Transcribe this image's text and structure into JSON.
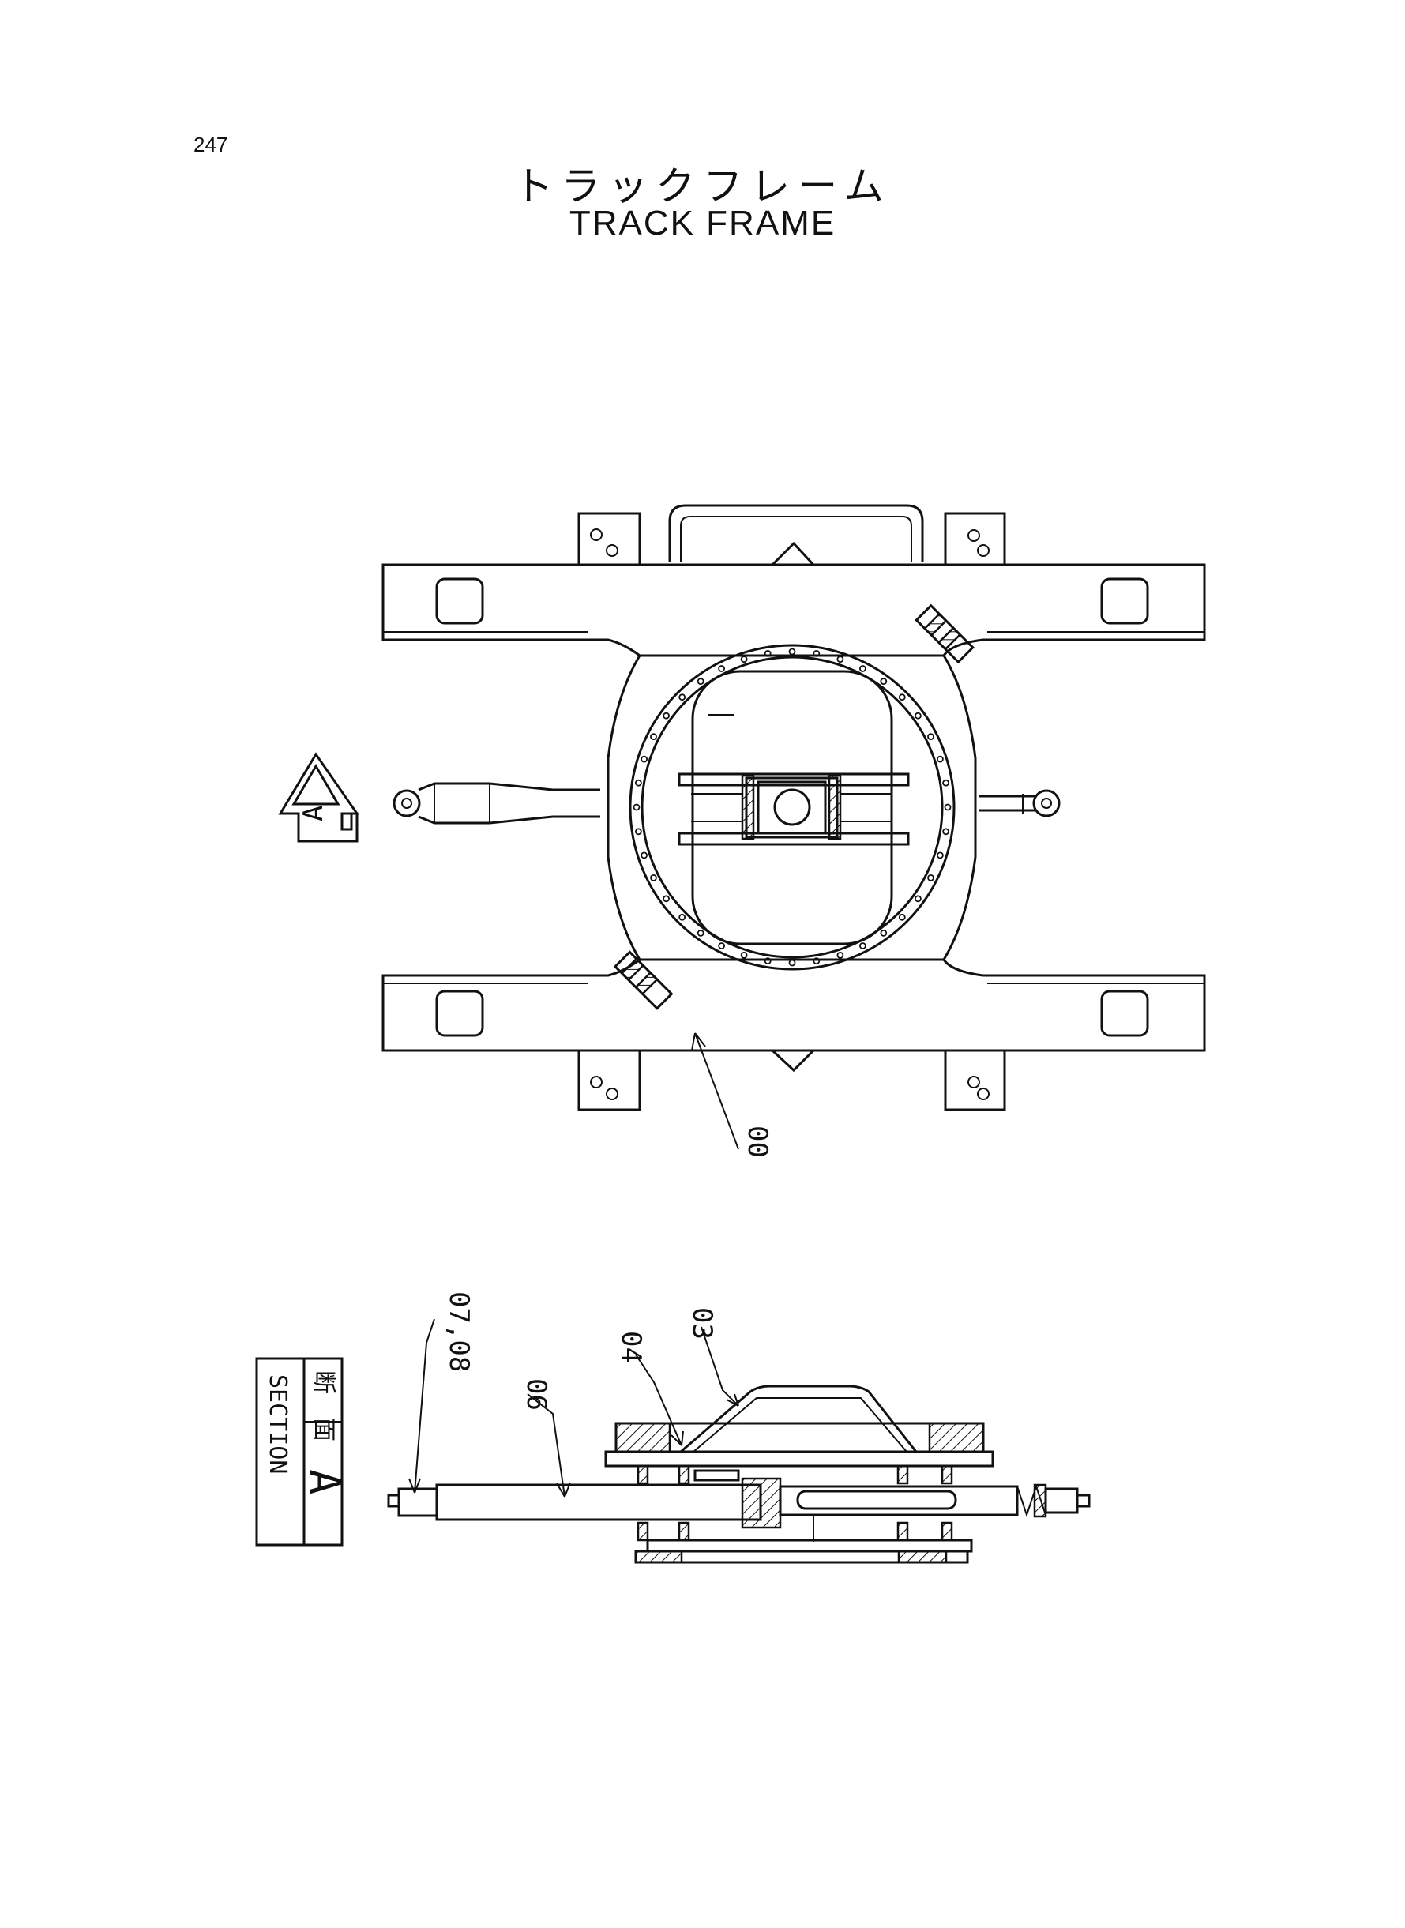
{
  "page_number": "247",
  "title_jp": "トラックフレーム",
  "title_en": "TRACK FRAME",
  "view_marker": "A",
  "section_box": {
    "jp_line": "断　面",
    "en_line": "SECTION",
    "letter": "A"
  },
  "part_labels": {
    "p00": "00",
    "p03": "03",
    "p04": "04",
    "p06": "06",
    "p07_08": "07,08"
  }
}
